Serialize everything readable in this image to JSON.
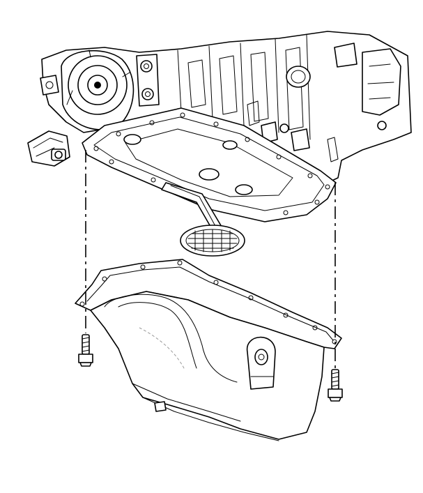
{
  "figure": {
    "parts": [
      "engine-block",
      "timing-cover",
      "sensor-connector",
      "upper-oil-pan",
      "oil-pump-pickup-tube",
      "pickup-screen",
      "lower-oil-pan",
      "oil-pan-bolt",
      "alignment-line"
    ],
    "line_color": "#000000",
    "background_color": "#ffffff"
  }
}
